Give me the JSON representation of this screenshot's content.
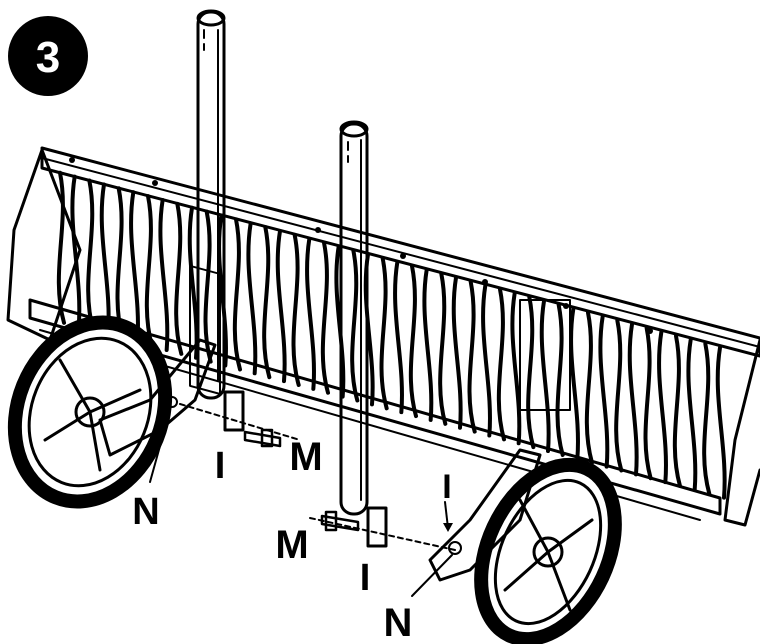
{
  "step": {
    "number": "3",
    "badge_color": "#000000",
    "text_color": "#ffffff"
  },
  "labels": {
    "i_left": "I",
    "m_top": "M",
    "n_left": "N",
    "m_bottom": "M",
    "i_bottom": "I",
    "i_right": "I",
    "n_right": "N"
  },
  "colors": {
    "line": "#000000",
    "background": "#ffffff"
  }
}
